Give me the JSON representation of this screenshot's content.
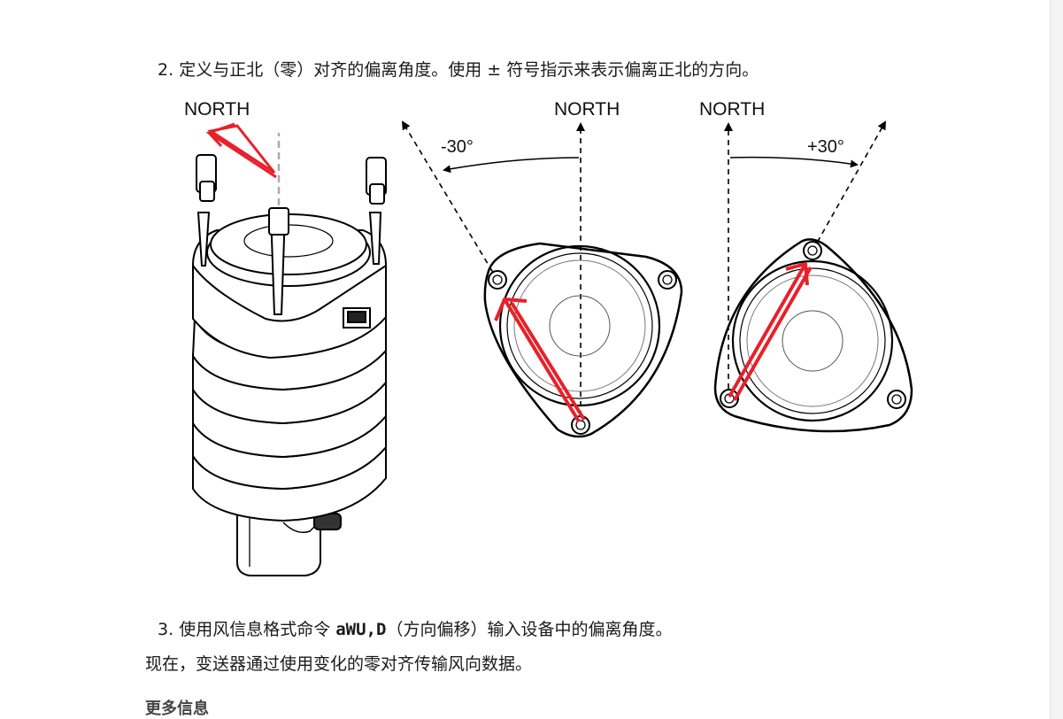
{
  "steps": {
    "step2": {
      "number": "2.",
      "text": "定义与正北（零）对齐的偏离角度。使用 ± 符号指示来表示偏离正北的方向。"
    },
    "step3": {
      "number": "3.",
      "text_before": "使用风信息格式命令 ",
      "command": "aWU,D",
      "text_after": "（方向偏移）输入设备中的偏离角度。"
    }
  },
  "paragraph": "现在，变送器通过使用变化的零对齐传输风向数据。",
  "more_info_heading": "更多信息",
  "figure": {
    "sensor_north_label": "NORTH",
    "left_diagram": {
      "north_label": "NORTH",
      "angle_label": "-30°"
    },
    "right_diagram": {
      "north_label": "NORTH",
      "angle_label": "+30°"
    },
    "arrow_color": "#e8202a",
    "line_color": "#000000"
  }
}
